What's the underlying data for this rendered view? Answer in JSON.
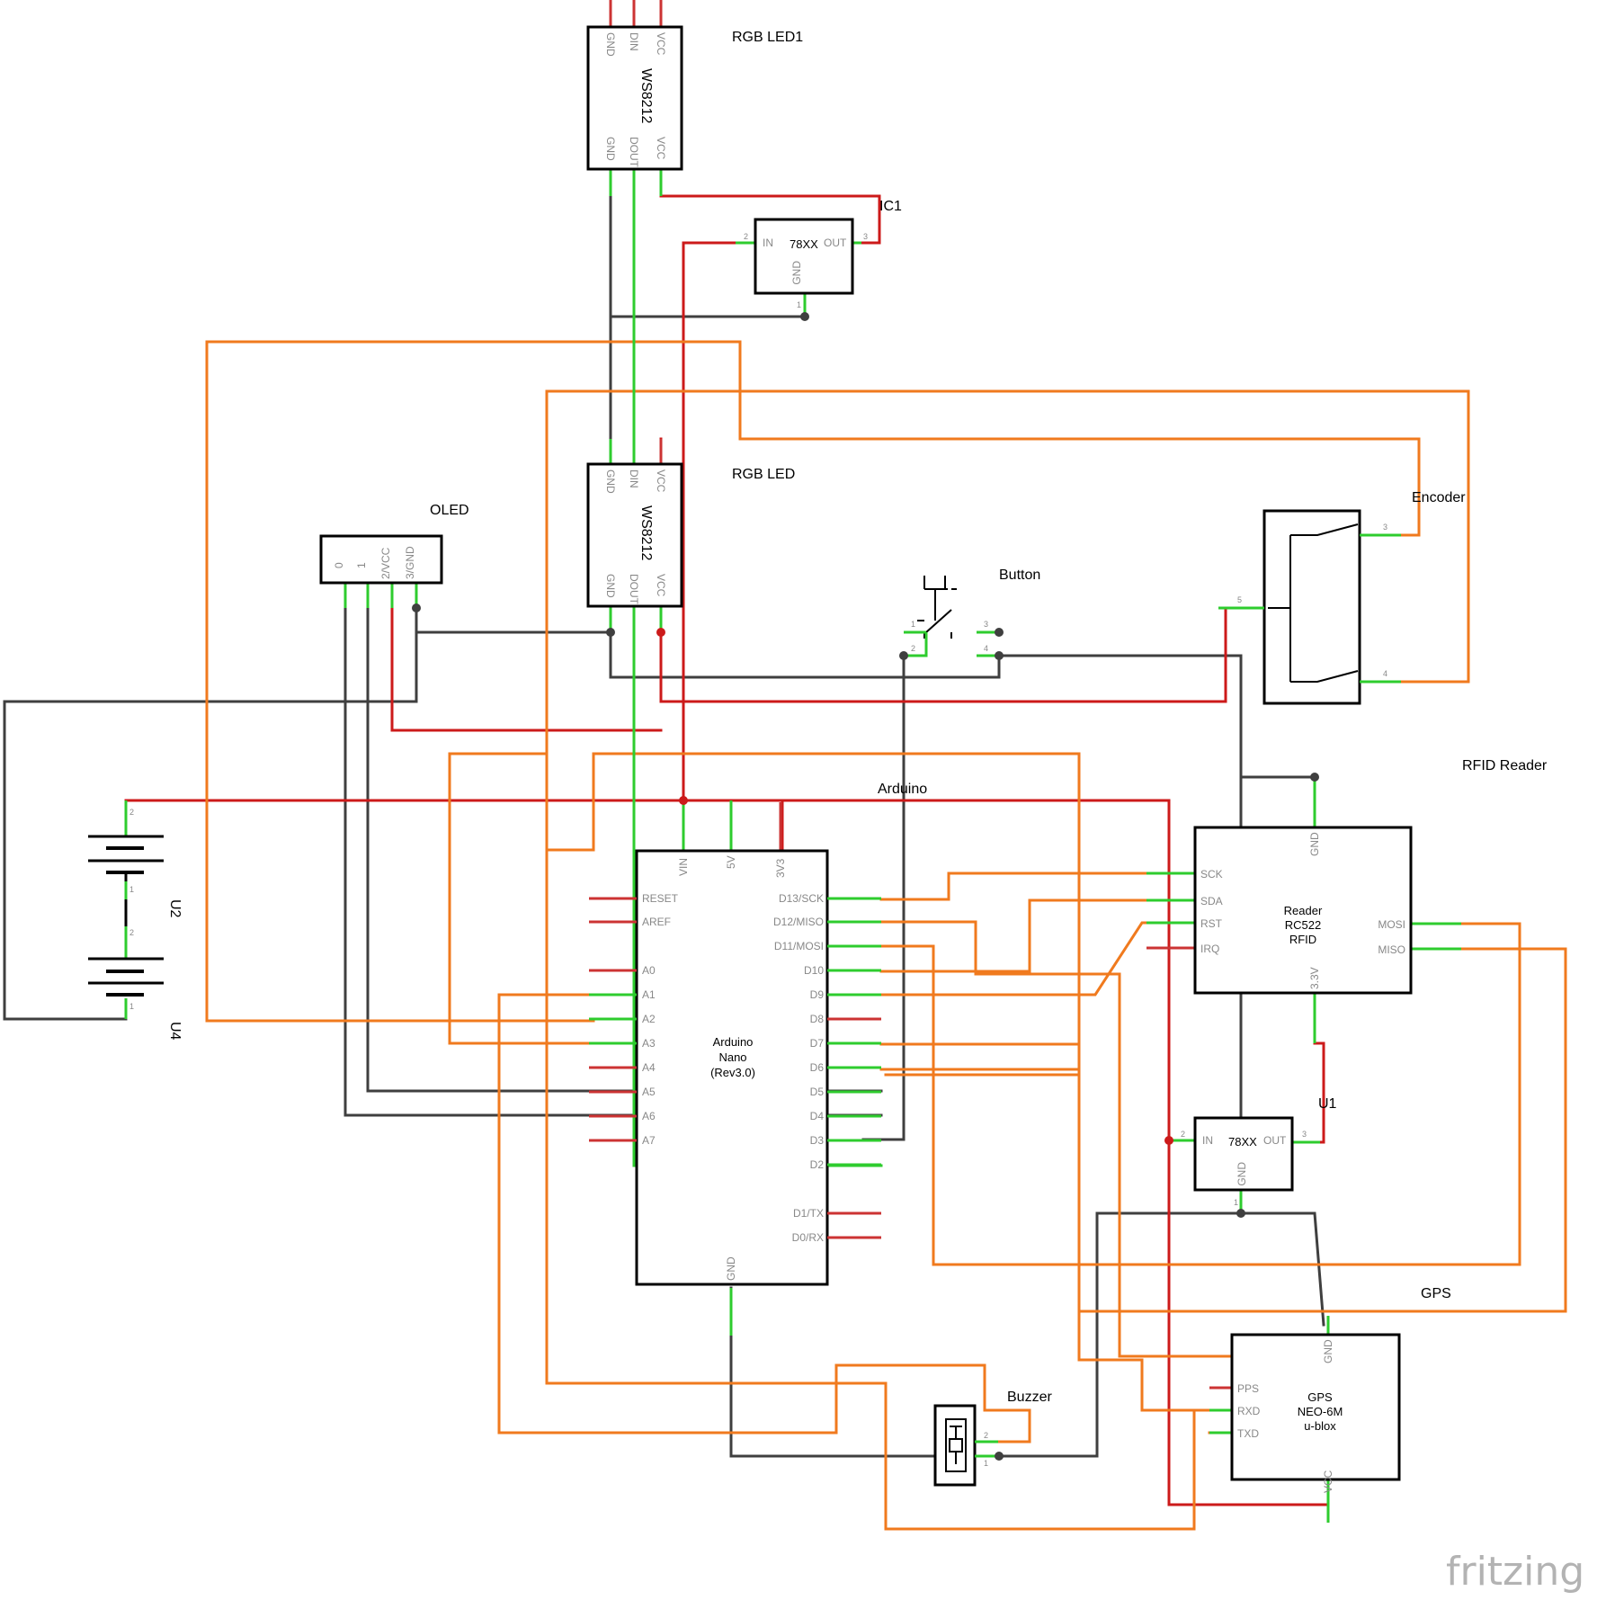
{
  "components": {
    "rgb_led1": {
      "label": "RGB LED1",
      "chip": "WS8212",
      "pins_top": [
        "GND",
        "DIN",
        "VCC"
      ],
      "pins_bottom": [
        "GND",
        "DOUT",
        "VCC"
      ]
    },
    "rgb_led": {
      "label": "RGB LED",
      "chip": "WS8212",
      "pins_top": [
        "GND",
        "DIN",
        "VCC"
      ],
      "pins_bottom": [
        "GND",
        "DOUT",
        "VCC"
      ]
    },
    "ic1": {
      "label": "IC1",
      "chip": "78XX",
      "in": "IN",
      "out": "OUT",
      "gnd": "GND",
      "pin_in": "2",
      "pin_out": "3",
      "pin_gnd": "1"
    },
    "u1": {
      "label": "U1",
      "chip": "78XX",
      "in": "IN",
      "out": "OUT",
      "gnd": "GND",
      "pin_in": "2",
      "pin_out": "3",
      "pin_gnd": "1"
    },
    "oled": {
      "label": "OLED",
      "pins": [
        "0",
        "1",
        "2/VCC",
        "3/GND"
      ]
    },
    "button": {
      "label": "Button",
      "pins": [
        "1",
        "2",
        "3",
        "4"
      ]
    },
    "encoder": {
      "label": "Encoder",
      "pins": [
        "3",
        "5",
        "4"
      ]
    },
    "arduino": {
      "label": "Arduino",
      "name_lines": [
        "Arduino",
        "Nano",
        "(Rev3.0)"
      ],
      "top_pins": [
        "VIN",
        "5V",
        "3V3"
      ],
      "left_pins": [
        "RESET",
        "AREF",
        "A0",
        "A1",
        "A2",
        "A3",
        "A4",
        "A5",
        "A6",
        "A7"
      ],
      "right_pins": [
        "D13/SCK",
        "D12/MISO",
        "D11/MOSI",
        "D10",
        "D9",
        "D8",
        "D7",
        "D6",
        "D5",
        "D4",
        "D3",
        "D2",
        "D1/TX",
        "D0/RX"
      ],
      "bottom_pin": "GND"
    },
    "rfid": {
      "label": "RFID Reader",
      "name_lines": [
        "Reader",
        "RC522",
        "RFID"
      ],
      "left_pins": [
        "SCK",
        "SDA",
        "RST",
        "IRQ"
      ],
      "right_pins": [
        "MOSI",
        "MISO"
      ],
      "top_pin": "GND",
      "bottom_pin": "3.3V"
    },
    "gps": {
      "label": "GPS",
      "name_lines": [
        "GPS",
        "NEO-6M",
        "u-blox"
      ],
      "left_pins": [
        "PPS",
        "RXD",
        "TXD"
      ],
      "top_pin": "GND",
      "bottom_pin": "VCC"
    },
    "buzzer": {
      "label": "Buzzer",
      "pins": [
        "2",
        "1"
      ]
    },
    "u2": {
      "label": "U2",
      "pins": [
        "2",
        "1"
      ]
    },
    "u4": {
      "label": "U4",
      "pins": [
        "2",
        "1"
      ]
    }
  },
  "branding": {
    "logo_text": "fritzing"
  },
  "colors": {
    "power": "#cc1a1a",
    "signal": "#f07a1e",
    "ground": "#3f3f3f",
    "pin": "#2ecc2e",
    "unused_pin": "#cc3333"
  }
}
